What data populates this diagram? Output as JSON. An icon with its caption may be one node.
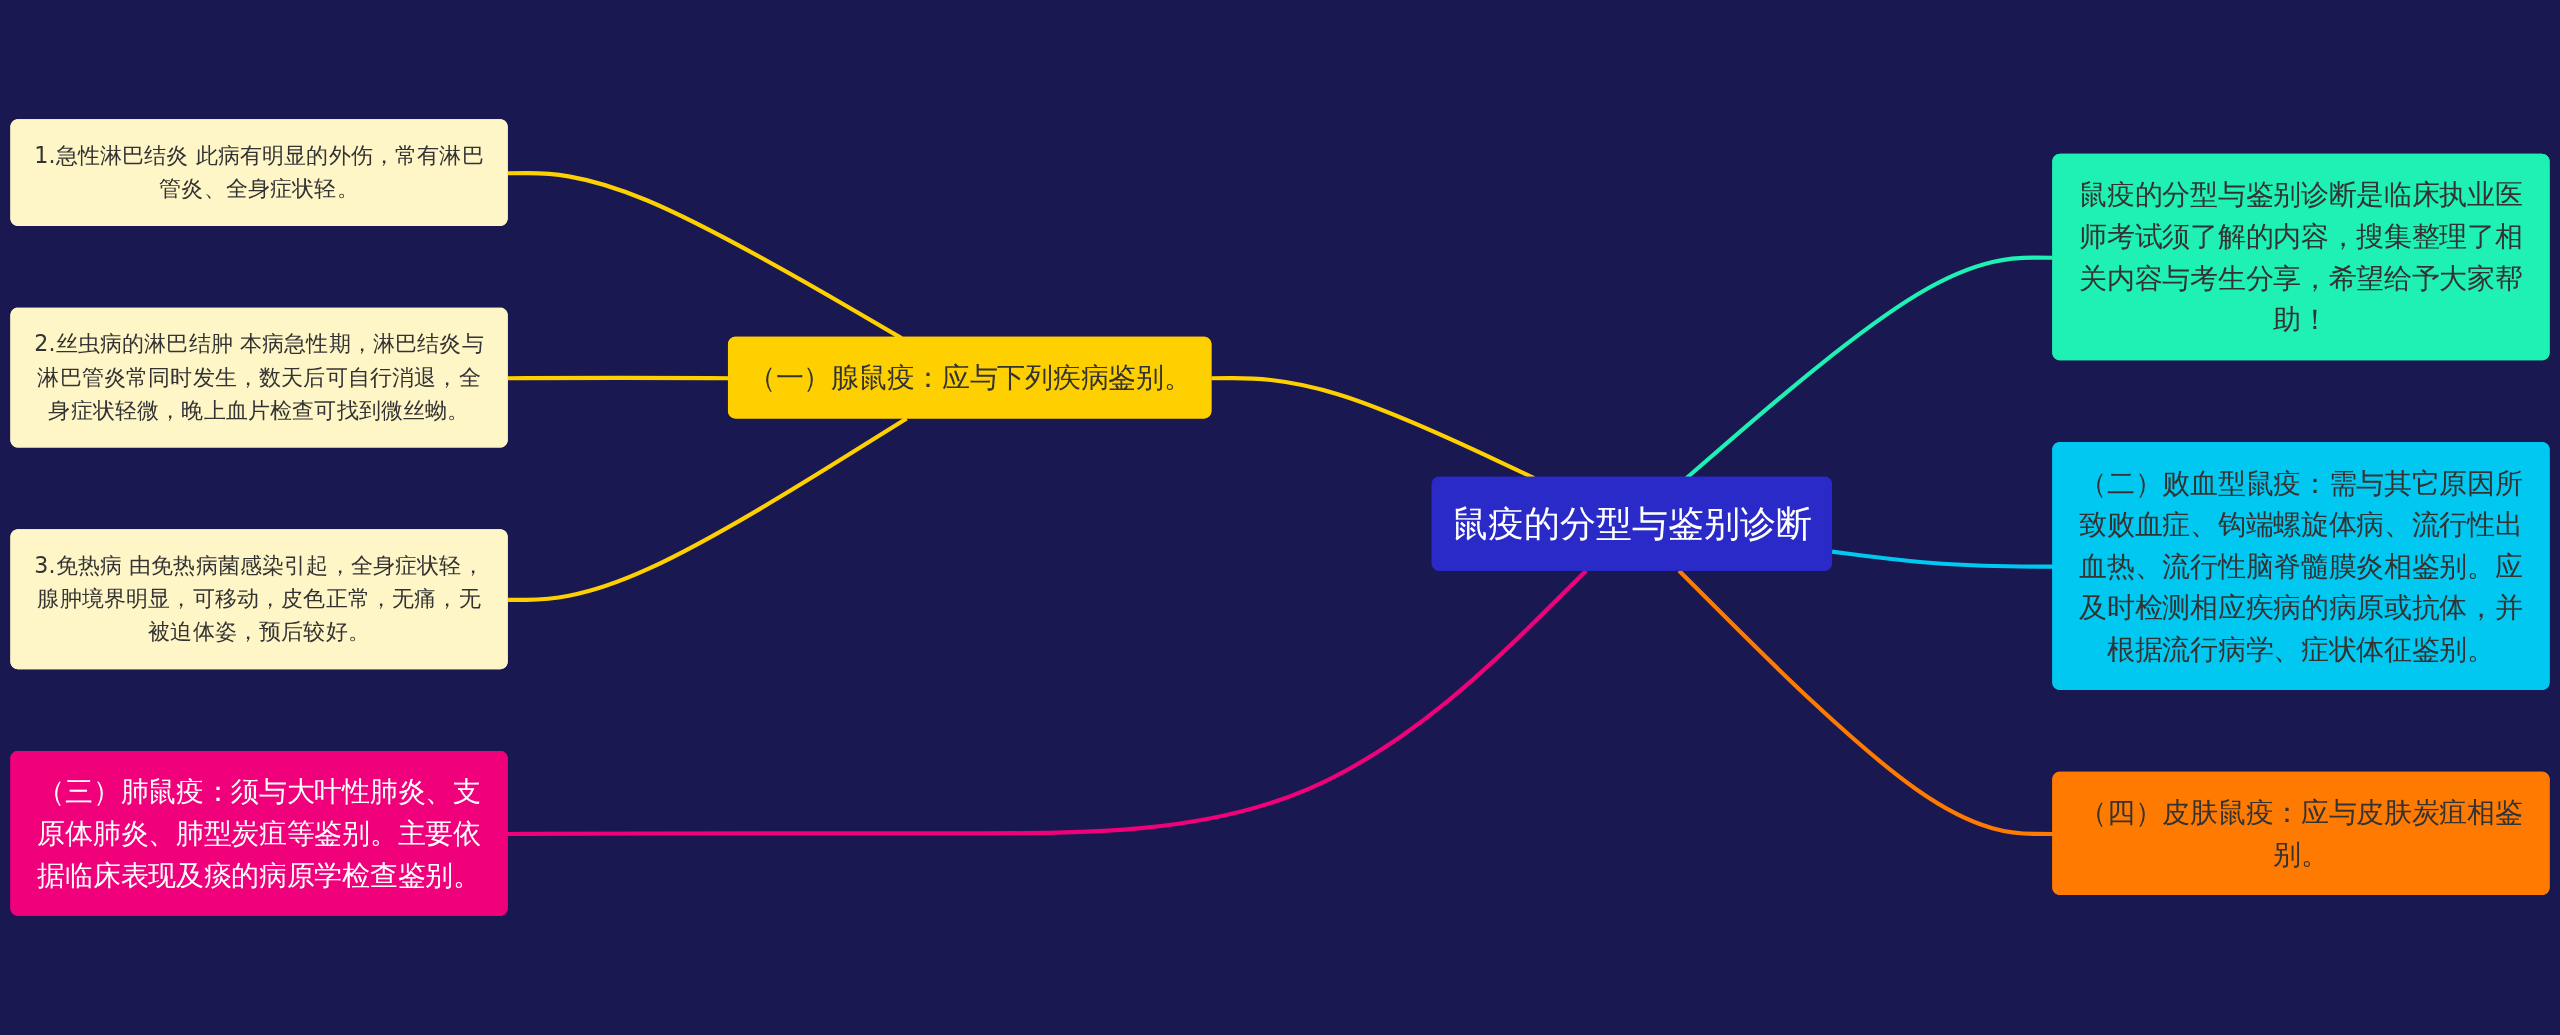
{
  "diagram": {
    "nodes": [
      {
        "text": [
          "鼠疫的分型与鉴别诊断"
        ]
      },
      {
        "text": [
          "（一）腺鼠疫：应与下列疾病鉴别。"
        ]
      },
      {
        "text": [
          "1.急性淋巴结炎 此病有明显的外伤，常有淋巴管炎、全身症状轻。"
        ]
      },
      {
        "text": [
          "2.丝虫病的淋巴结肿 本病急性期，淋巴结炎与淋巴管炎常同时发生，数天后可自行消退，全身症状轻微，晚上血片检查可找到微丝蚴。"
        ]
      },
      {
        "text": [
          "3.免热病 由免热病菌感染引起，全身症状轻，腺肿境界明显，可移动，皮色正常，无痛，无被迫体姿，预后较好。"
        ]
      },
      {
        "text": [
          "（三）肺鼠疫：须与大叶性肺炎、支原体肺炎、肺型炭疽等鉴别。主要依据临床表现及痰的病原学检查鉴别。"
        ]
      },
      {
        "text": [
          "鼠疫的分型与鉴别诊断是临床执业医师考试须了解的内容，搜集整理了相关内容与考生分享，希望给予大家帮助！"
        ]
      },
      {
        "text": [
          "（二）败血型鼠疫：需与其它原因所致败血症、钩端螺旋体病、流行性出血热、流行性脑脊髓膜炎相鉴别。应及时检测相应疾病的病原或抗体，并根据流行病学、症状体征鉴别。"
        ]
      },
      {
        "text": [
          "（四）皮肤鼠疫：应与皮肤炭疽相鉴别。"
        ]
      }
    ],
    "edges": [
      {
        "from": 0,
        "to": 1,
        "arrow": "none",
        "color": "#ffd000"
      },
      {
        "from": 1,
        "to": 2,
        "arrow": "none",
        "color": "#ffd000"
      },
      {
        "from": 1,
        "to": 3,
        "arrow": "none",
        "color": "#ffd000"
      },
      {
        "from": 1,
        "to": 4,
        "arrow": "none",
        "color": "#ffd000"
      },
      {
        "from": 0,
        "to": 5,
        "arrow": "none",
        "color": "#f0007a"
      },
      {
        "from": 0,
        "to": 6,
        "arrow": "none",
        "color": "#1ff0b4"
      },
      {
        "from": 0,
        "to": 7,
        "arrow": "none",
        "color": "#00c8f0"
      },
      {
        "from": 0,
        "to": 8,
        "arrow": "none",
        "color": "#ff7a00"
      }
    ]
  }
}
